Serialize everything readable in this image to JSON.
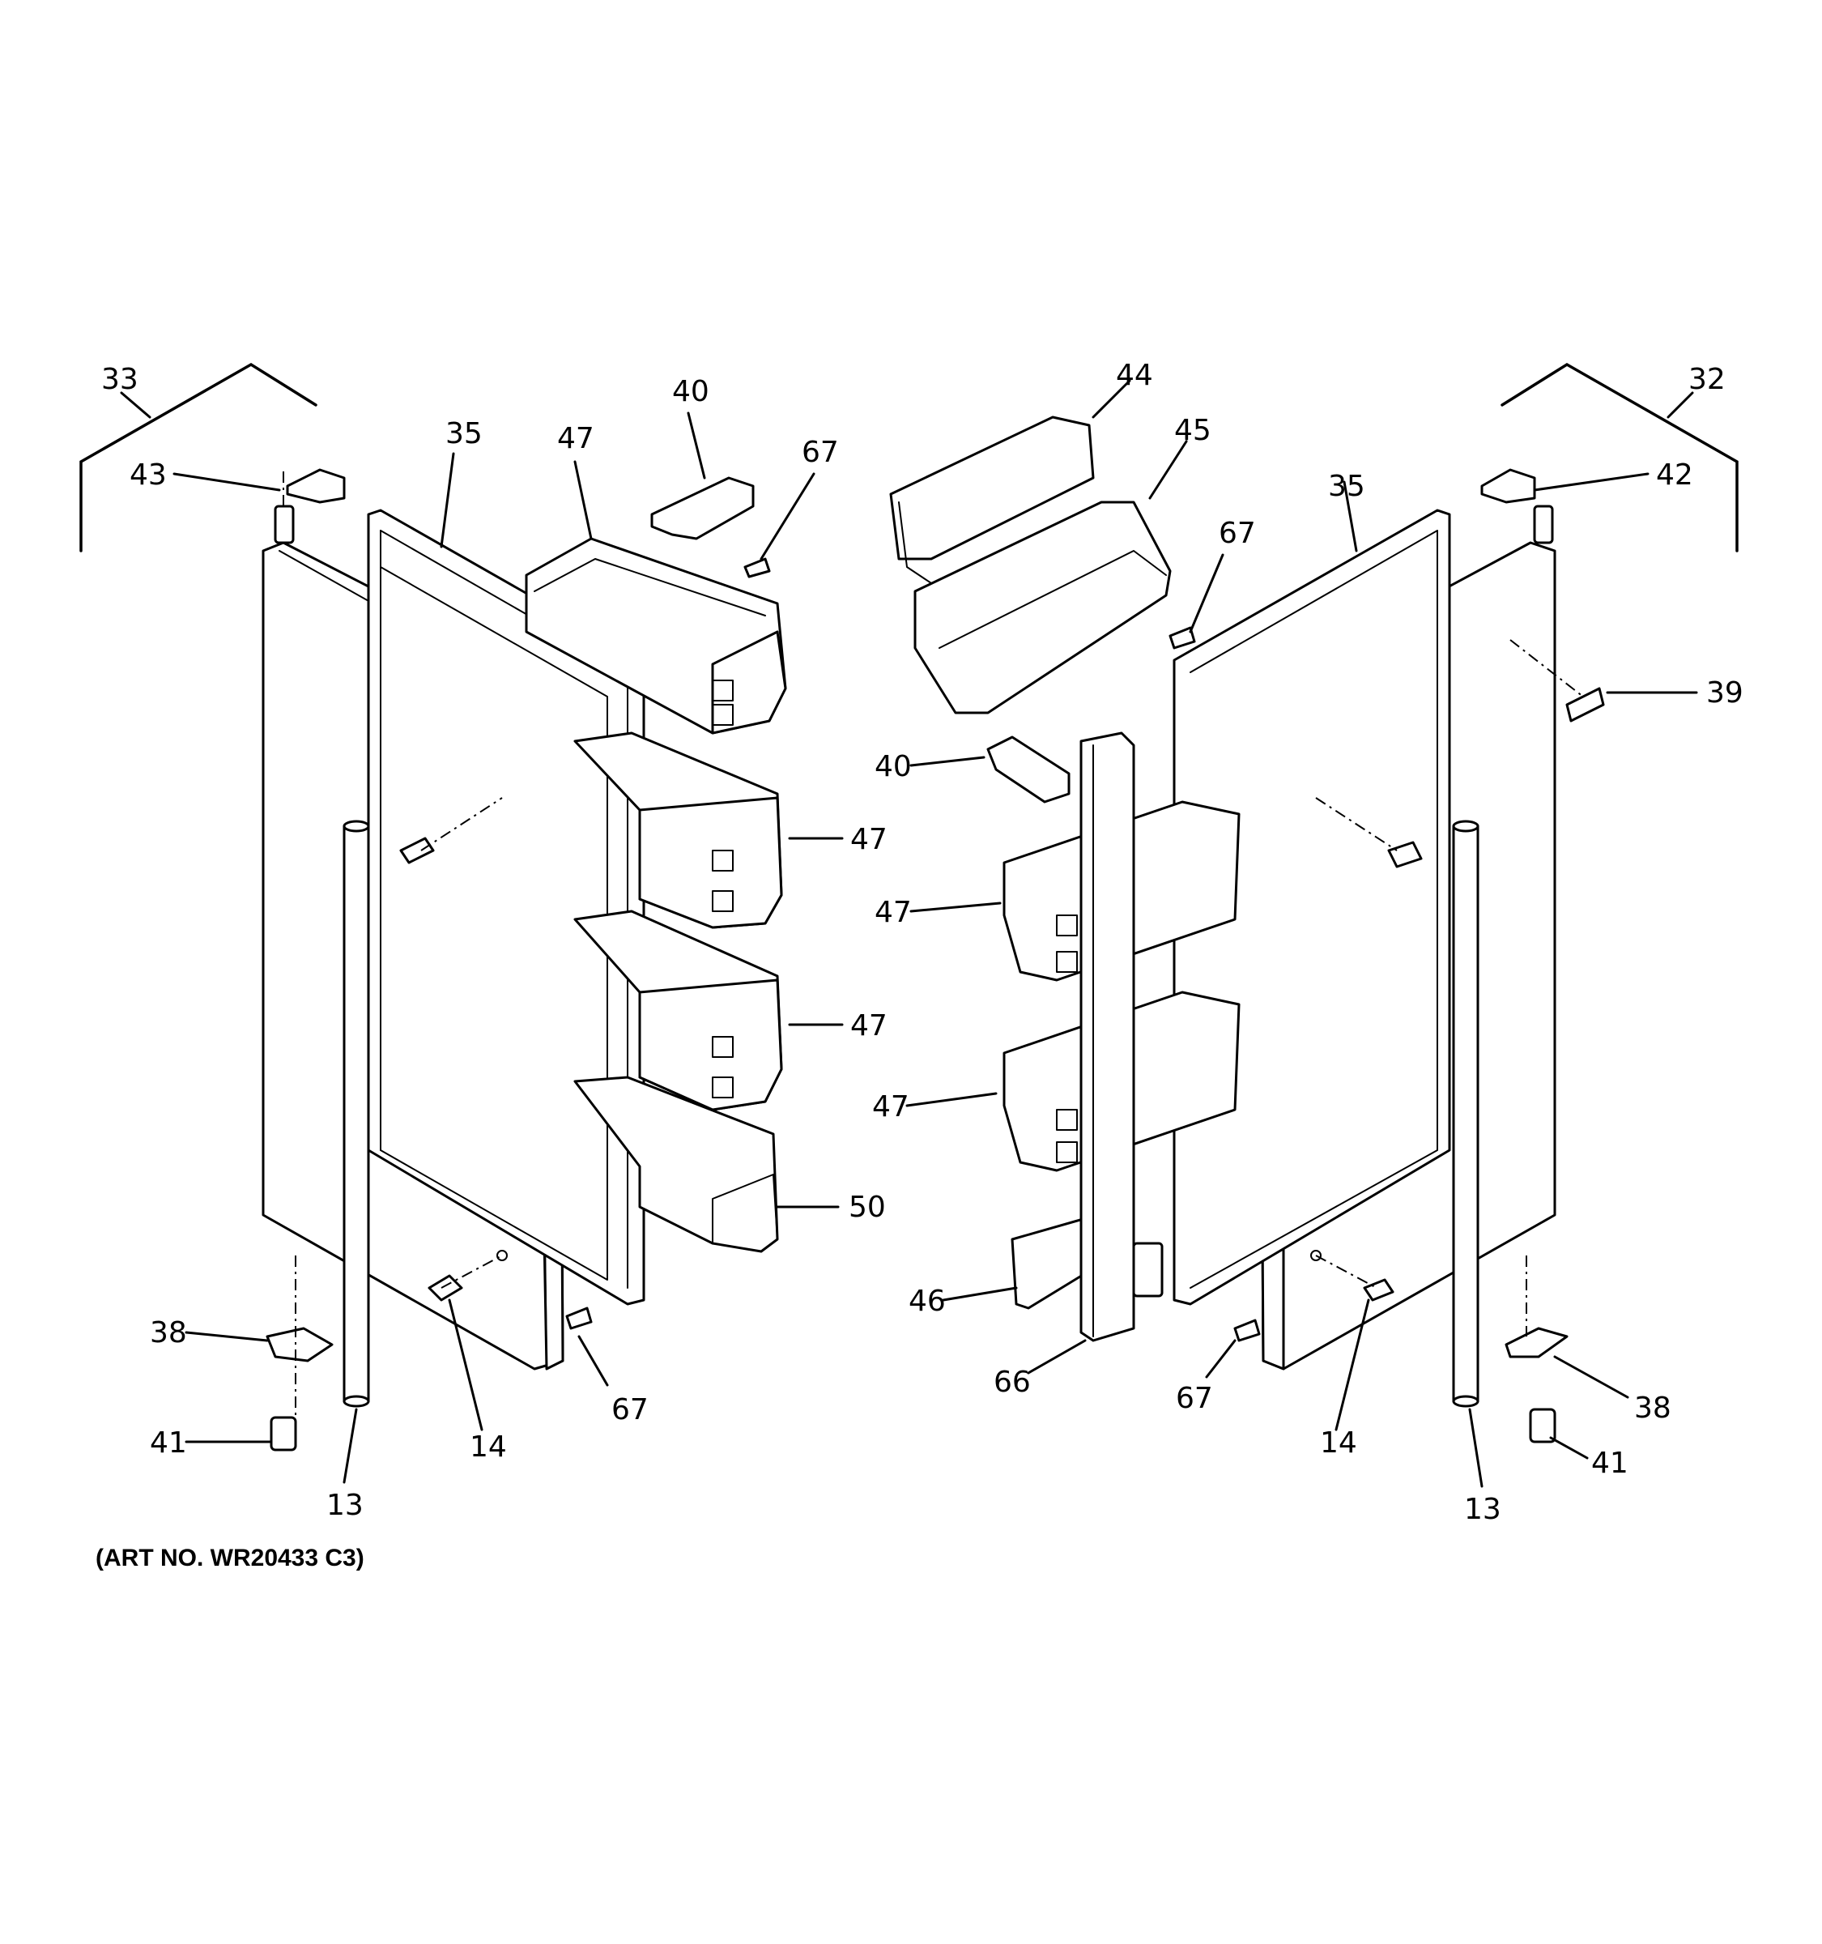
{
  "art_number": "(ART NO. WR20433 C3)",
  "callouts": {
    "l33": "33",
    "l43": "43",
    "l35": "35",
    "l47a": "47",
    "l40": "40",
    "l67": "67",
    "l47b": "47",
    "l47c": "47",
    "l50": "50",
    "l38": "38",
    "l41": "41",
    "l14": "14",
    "l13": "13",
    "l67b": "67",
    "r32": "32",
    "r42": "42",
    "r44": "44",
    "r45": "45",
    "r35": "35",
    "r67": "67",
    "r39": "39",
    "r40": "40",
    "r47a": "47",
    "r47b": "47",
    "r46": "46",
    "r66": "66",
    "r67b": "67",
    "r14": "14",
    "r38": "38",
    "r41": "41",
    "r13": "13"
  },
  "colors": {
    "ink": "#000000",
    "paper": "#ffffff"
  }
}
